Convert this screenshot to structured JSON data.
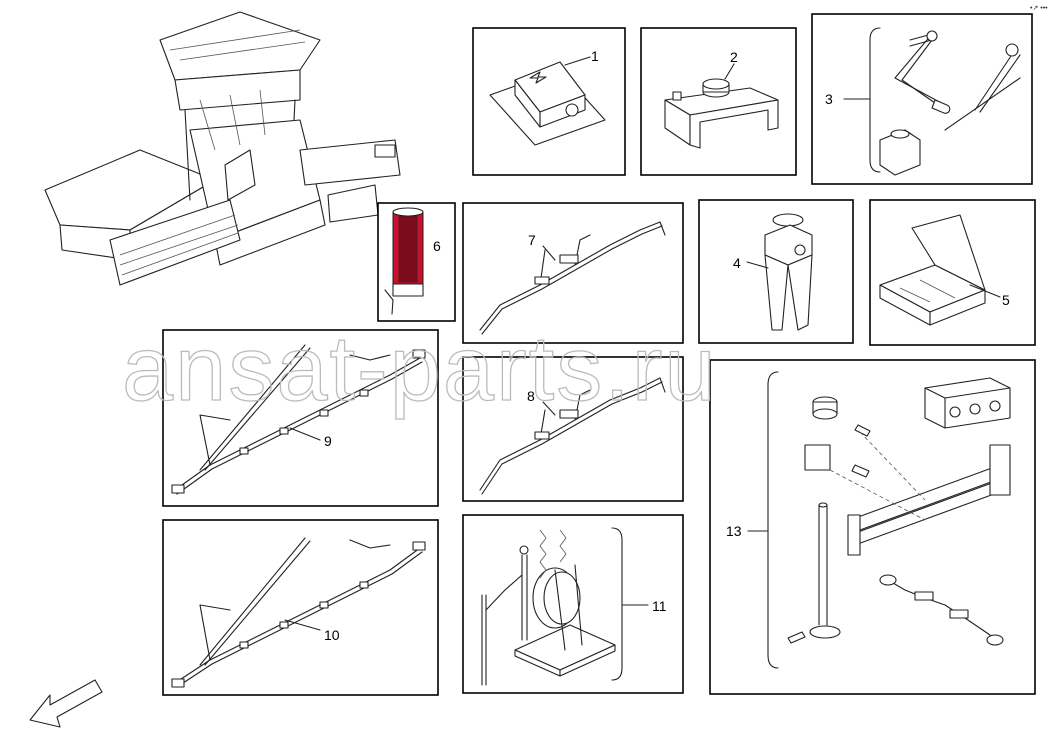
{
  "watermark": "ansat-parts.ru",
  "corner_mark": "•↗ •••",
  "parts": [
    {
      "id": "p1",
      "label": "1"
    },
    {
      "id": "p2",
      "label": "2"
    },
    {
      "id": "p3",
      "label": "3"
    },
    {
      "id": "p4",
      "label": "4"
    },
    {
      "id": "p5",
      "label": "5"
    },
    {
      "id": "p6",
      "label": "6"
    },
    {
      "id": "p7",
      "label": "7"
    },
    {
      "id": "p8",
      "label": "8"
    },
    {
      "id": "p9",
      "label": "9"
    },
    {
      "id": "p10",
      "label": "10"
    },
    {
      "id": "p11",
      "label": "11"
    },
    {
      "id": "p13",
      "label": "13"
    }
  ],
  "colors": {
    "battery_red": "#c8102e",
    "line": "#222222",
    "watermark": "#bbbbbb"
  }
}
